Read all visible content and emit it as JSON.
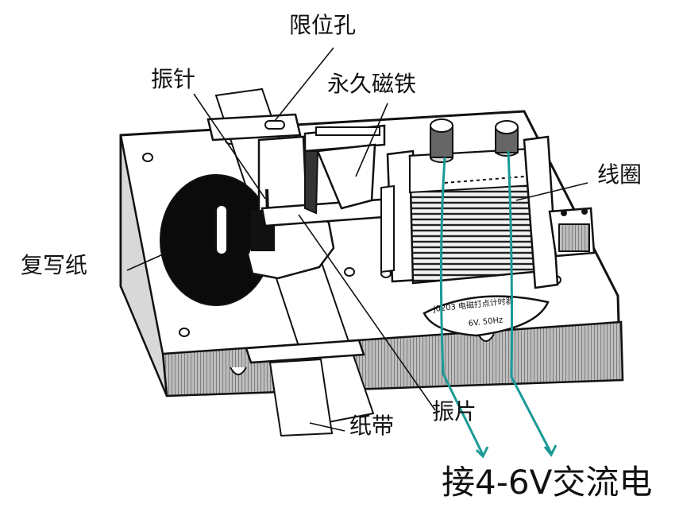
{
  "labels": {
    "limit_hole": "限位孔",
    "vibrating_needle": "振针",
    "permanent_magnet": "永久磁铁",
    "coil": "线圈",
    "carbon_paper": "复写纸",
    "paper_tape": "纸带",
    "vibrating_plate": "振片",
    "power_note": "接4-6V交流电"
  },
  "nameplate": {
    "line1": "J0203 电磁打点计时器",
    "line2": "6V. 50Hz"
  },
  "colors": {
    "wire": "#1a9a98",
    "ink": "#111111",
    "board_edge": "#8c8c8c"
  }
}
